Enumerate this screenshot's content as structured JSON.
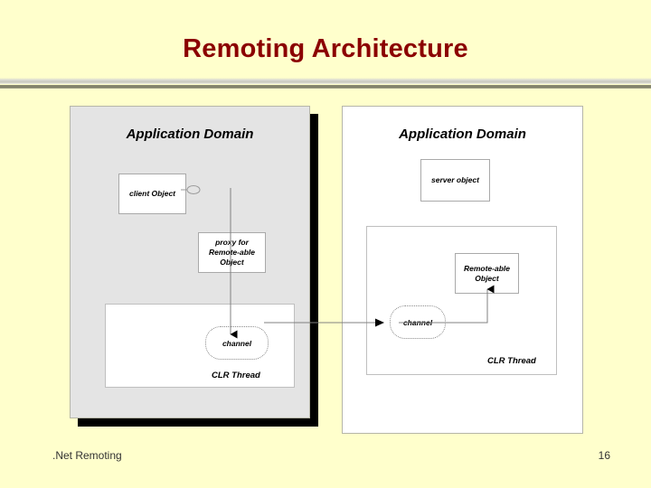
{
  "slide": {
    "title": "Remoting Architecture",
    "background_color": "#FFFFCC",
    "title_color": "#8B0000",
    "footer": {
      "left": ".Net Remoting",
      "page_number": "16"
    }
  },
  "diagram": {
    "left_domain": {
      "title": "Application Domain",
      "background_color": "#E4E4E4",
      "has_drop_shadow": true,
      "boxes": [
        {
          "id": "client-object",
          "label": "client Object"
        },
        {
          "id": "proxy",
          "label": "proxy for\nRemote-able\nObject",
          "line1": "proxy for",
          "line2": "Remote-able",
          "line3": "Object"
        },
        {
          "id": "channel",
          "label": "channel"
        }
      ],
      "thread_label": "CLR Thread"
    },
    "right_domain": {
      "title": "Application Domain",
      "background_color": "#FFFFFF",
      "has_drop_shadow": false,
      "boxes": [
        {
          "id": "server-object",
          "label": "server object"
        },
        {
          "id": "remote-able-object",
          "label": "Remote-able\nObject",
          "line1": "Remote-able",
          "line2": "Object"
        },
        {
          "id": "channel",
          "label": "channel"
        }
      ],
      "thread_label": "CLR Thread"
    }
  }
}
